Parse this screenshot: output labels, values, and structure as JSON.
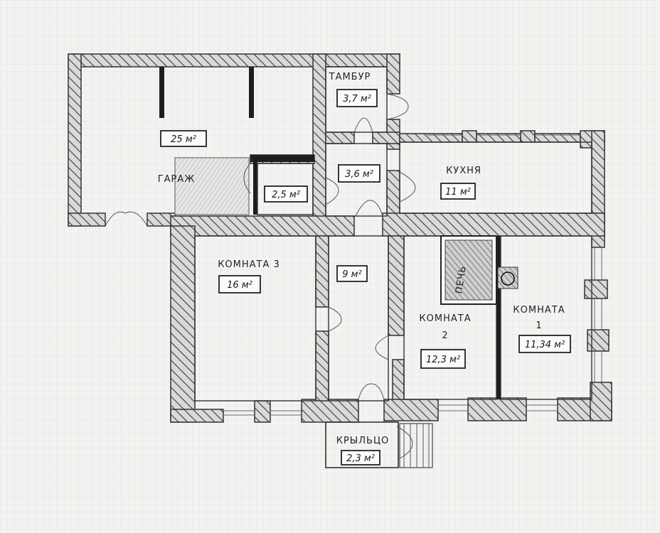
{
  "rooms": {
    "garage": {
      "name": "ГАРАЖ",
      "area": "25 м²"
    },
    "small_room": {
      "area": "2,5 м²"
    },
    "tambur": {
      "name": "ТАМБУР",
      "area": "3,7 м²"
    },
    "hall": {
      "area": "3,6 м²"
    },
    "kitchen": {
      "name": "КУХНЯ",
      "area": "11 м²"
    },
    "room3": {
      "name": "КОМНАТА 3",
      "area": "16 м²"
    },
    "corridor": {
      "area": "9 м²"
    },
    "stove": {
      "name": "ПЕЧЬ"
    },
    "room2": {
      "name_line1": "КОМНАТА",
      "name_line2": "2",
      "area": "12,3 м²"
    },
    "room1": {
      "name_line1": "КОМНАТА",
      "name_line2": "1",
      "area": "11,34 м²"
    },
    "porch": {
      "name": "КРЫЛЬЦО",
      "area": "2,3 м²"
    }
  },
  "colors": {
    "paper": "#f3f3f1",
    "grid": "#d4d4d2",
    "wall_stroke": "#333333",
    "hatch": "#3a3a3a"
  }
}
